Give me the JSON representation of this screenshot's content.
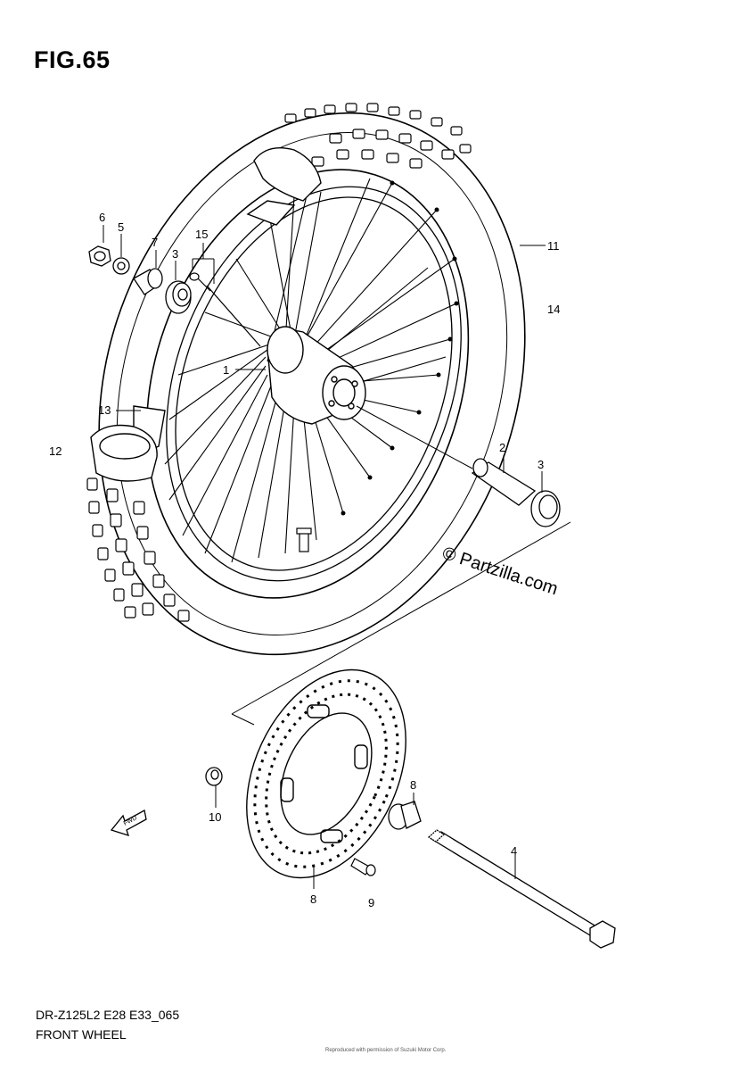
{
  "figure": {
    "title": "FIG.65",
    "model_code": "DR-Z125L2 E28 E33_065",
    "name": "FRONT WHEEL",
    "footer": "Reproduced with permission of Suzuki Motor Corp.",
    "watermark": "© Partzilla.com",
    "fwd_label": "FWD"
  },
  "callouts": {
    "c1": "1",
    "c2": "2",
    "c3a": "3",
    "c3b": "3",
    "c4": "4",
    "c5": "5",
    "c6": "6",
    "c7": "7",
    "c8a": "8",
    "c8b": "8",
    "c9": "9",
    "c10": "10",
    "c11": "11",
    "c12": "12",
    "c13": "13",
    "c14": "14",
    "c15": "15"
  }
}
